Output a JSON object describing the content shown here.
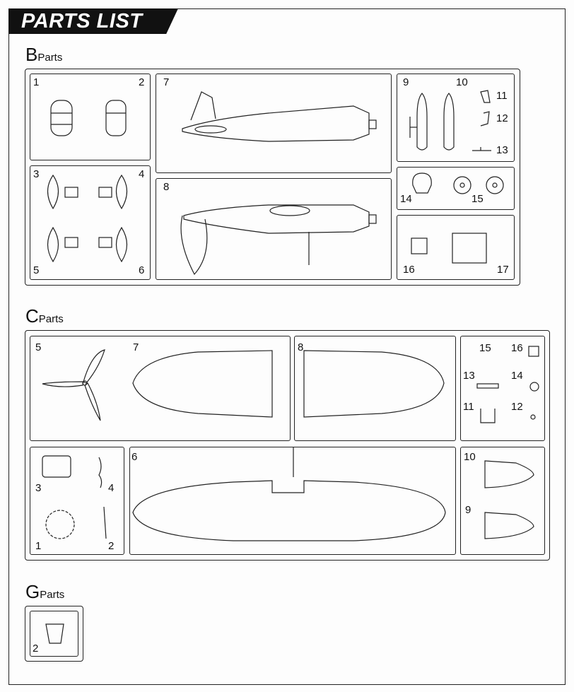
{
  "header": {
    "title": "PARTS LIST"
  },
  "sections": {
    "b": {
      "letter": "B",
      "label": "Parts",
      "numbers": [
        "1",
        "2",
        "7",
        "9",
        "10",
        "11",
        "12",
        "13",
        "3",
        "4",
        "5",
        "6",
        "8",
        "14",
        "15",
        "16",
        "17"
      ]
    },
    "c": {
      "letter": "C",
      "label": "Parts",
      "numbers": [
        "5",
        "7",
        "8",
        "15",
        "16",
        "13",
        "14",
        "11",
        "12",
        "3",
        "4",
        "1",
        "2",
        "6",
        "10",
        "9"
      ]
    },
    "g": {
      "letter": "G",
      "label": "Parts",
      "numbers": [
        "2"
      ]
    }
  }
}
